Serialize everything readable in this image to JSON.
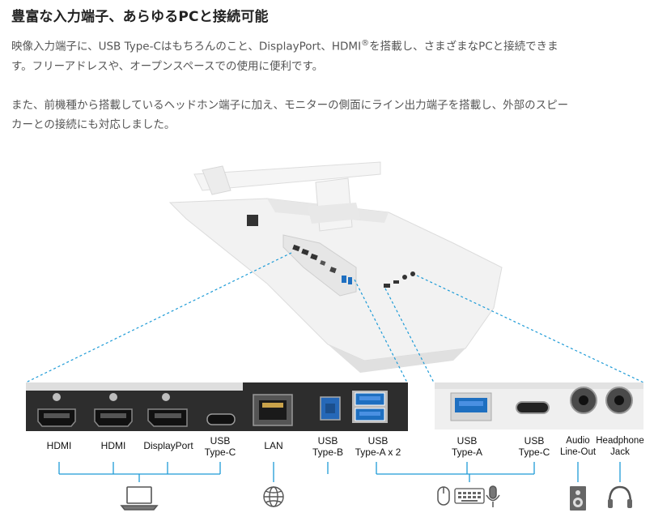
{
  "heading": "豊富な入力端子、あらゆるPCと接続可能",
  "paragraph1": {
    "text_a": "映像入力端子に、USB Type-Cはもちろんのこと、DisplayPort、HDMI",
    "reg": "®",
    "text_b": "を搭載し、さまざまなPCと接続できま",
    "line2": "す。フリーアドレスや、オープンスペースでの使用に便利です。"
  },
  "paragraph2": {
    "line1": "また、前機種から搭載しているヘッドホン端子に加え、モニターの側面にライン出力端子を搭載し、外部のスピー",
    "line2": "カーとの接続にも対応しました。"
  },
  "ports_left": {
    "hdmi1": "HDMI",
    "hdmi2": "HDMI",
    "displayport": "DisplayPort",
    "usbc_line1": "USB",
    "usbc_line2": "Type-C",
    "lan": "LAN",
    "usbb_line1": "USB",
    "usbb_line2": "Type-B",
    "usba_line1": "USB",
    "usba_line2": "Type-A x 2"
  },
  "ports_right": {
    "usba_line1": "USB",
    "usba_line2": "Type-A",
    "usbc_line1": "USB",
    "usbc_line2": "Type-C",
    "audio_line1": "Audio",
    "audio_line2": "Line-Out",
    "hp_line1": "Headphone",
    "hp_line2": "Jack"
  },
  "icons": [
    "laptop-icon",
    "globe-icon",
    "mouse-icon",
    "keyboard-icon",
    "microphone-icon",
    "speaker-icon",
    "headphone-icon"
  ],
  "colors": {
    "accent": "#1e9bd7",
    "panel": "#2b2b2b"
  }
}
